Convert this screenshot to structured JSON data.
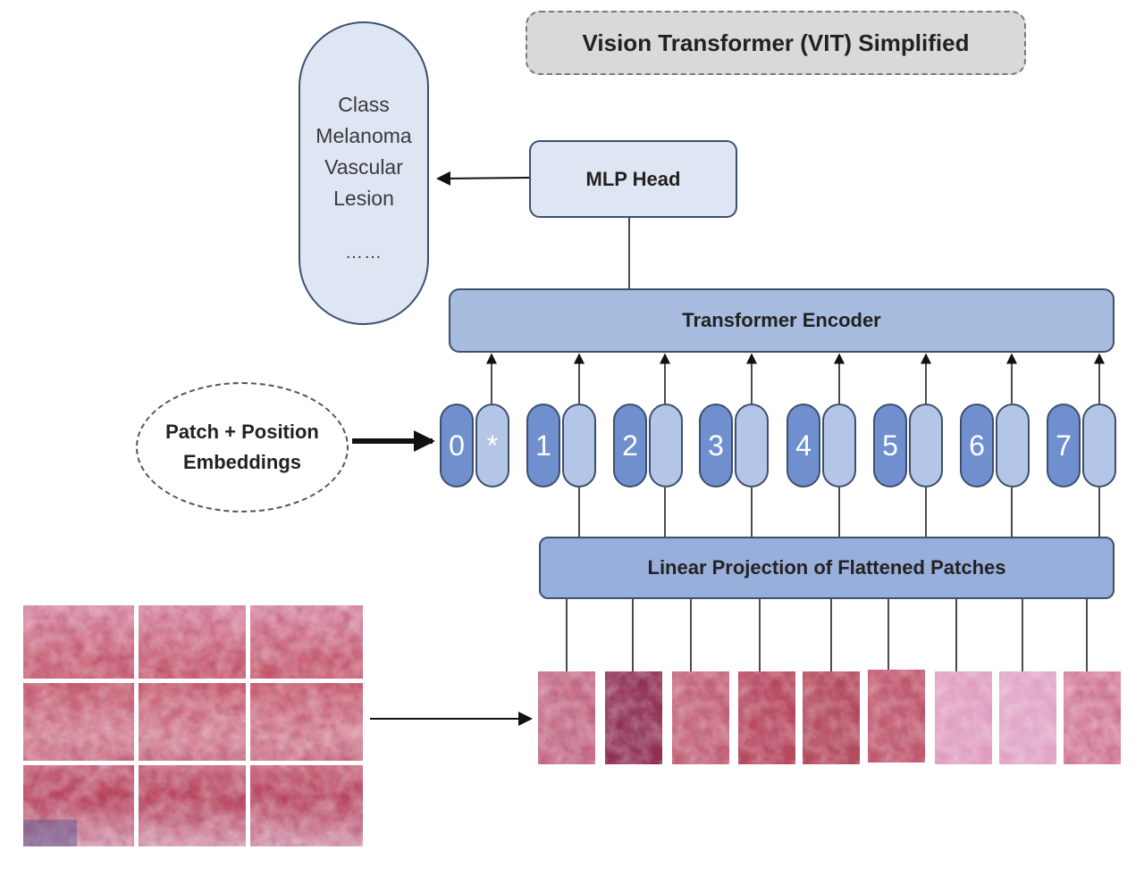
{
  "title": "Vision Transformer (VIT) Simplified",
  "class_box": {
    "lines": [
      "Class",
      "Melanoma",
      "Vascular",
      "Lesion"
    ],
    "ellipsis": "……"
  },
  "mlp_head": "MLP Head",
  "transformer_encoder": "Transformer Encoder",
  "embeddings": {
    "line1": "Patch + Position",
    "line2": "Embeddings"
  },
  "linear_projection": "Linear Projection of Flattened Patches",
  "tokens": [
    {
      "index": "0",
      "embed": "*"
    },
    {
      "index": "1",
      "embed": ""
    },
    {
      "index": "2",
      "embed": ""
    },
    {
      "index": "3",
      "embed": ""
    },
    {
      "index": "4",
      "embed": ""
    },
    {
      "index": "5",
      "embed": ""
    },
    {
      "index": "6",
      "embed": ""
    },
    {
      "index": "7",
      "embed": ""
    }
  ],
  "colors": {
    "light_box": "#dfe6f3",
    "encoder_box": "#a7bcdf",
    "projection_box": "#98afdb",
    "token_dark": "#6f8fcf",
    "token_light": "#b4c6e8",
    "title_bg": "#d9d9d9"
  }
}
